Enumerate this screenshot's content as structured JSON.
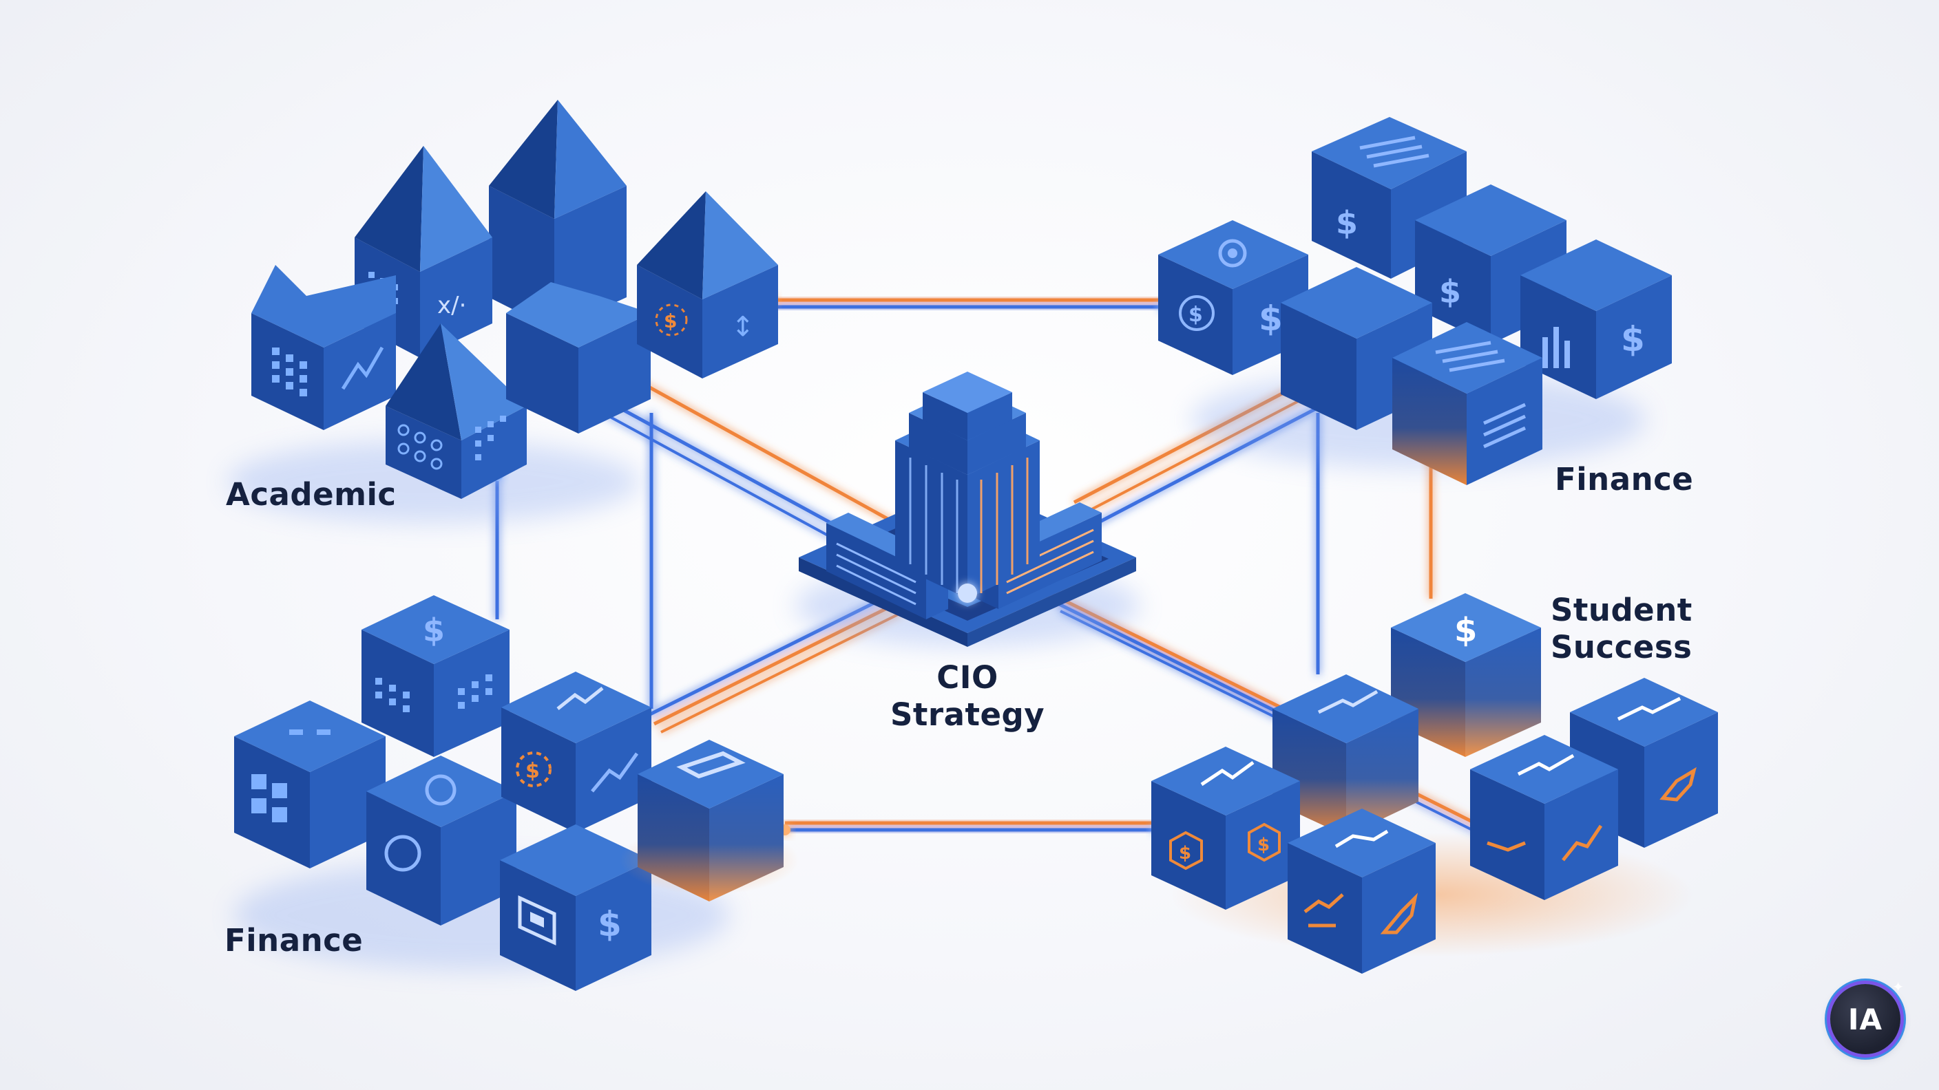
{
  "labels": {
    "academic": "Academic",
    "finance_top_right": "Finance",
    "student_success_line1": "Student",
    "student_success_line2": "Success",
    "finance_bottom_left": "Finance",
    "center_line1": "CIO",
    "center_line2": "Strategy"
  },
  "badge": {
    "text": "IA"
  },
  "colors": {
    "cube_top": "#3d78d4",
    "cube_left": "#1e4aa0",
    "cube_right": "#2a5fbd",
    "icon_blue": "#7fb0ff",
    "icon_orange": "#f08a3a",
    "line_blue": "#3d6fe0",
    "line_orange": "#f0843a",
    "text_dark": "#15213f"
  },
  "icons": [
    "bar-grid-icon",
    "trend-up-icon",
    "dollar-icon",
    "document-lines-icon",
    "hand-coin-icon",
    "hand-chart-icon",
    "gear-icon",
    "window-icon"
  ]
}
